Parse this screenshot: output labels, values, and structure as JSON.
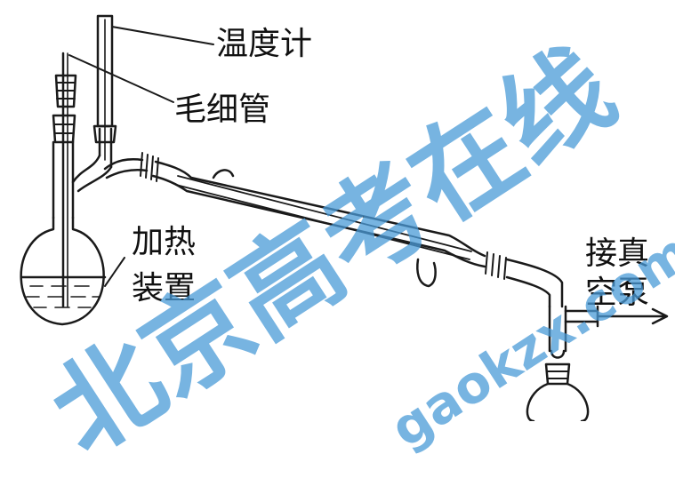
{
  "labels": {
    "thermometer": "温度计",
    "capillary": "毛细管",
    "heating_line1": "加热",
    "heating_line2": "装置",
    "vacuum_line1": "接真",
    "vacuum_line2": "空泵"
  },
  "watermark": {
    "text_cn": "北京高考在线",
    "text_en": "gaokzx.com",
    "color": "#4a9bd8"
  },
  "colors": {
    "line": "#1a1a1a",
    "background": "#ffffff"
  }
}
